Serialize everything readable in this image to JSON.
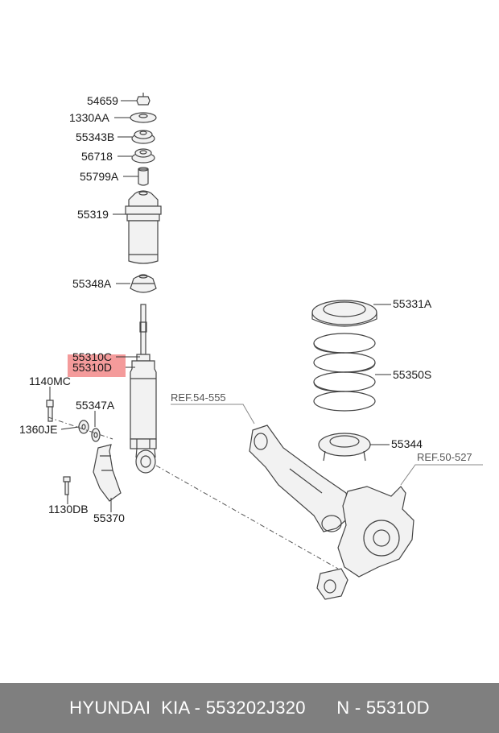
{
  "labels": {
    "p54659": "54659",
    "p1330AA": "1330AA",
    "p55343B": "55343B",
    "p56718": "56718",
    "p55799A": "55799A",
    "p55319": "55319",
    "p55348A": "55348A",
    "p55310C": "55310C",
    "p55310D": "55310D",
    "p1140MC": "1140MC",
    "p55347A": "55347A",
    "p1360JE": "1360JE",
    "p1130DB": "1130DB",
    "p55370": "55370",
    "p55331A": "55331A",
    "p55350S": "55350S",
    "p55344": "55344",
    "ref_arm": "REF.54-555",
    "ref_knuckle": "REF.50-527"
  },
  "highlight_color": "#f28a8a",
  "footer": {
    "text": "HYUNDAI  KIA - 553202J320      N - 55310D"
  }
}
